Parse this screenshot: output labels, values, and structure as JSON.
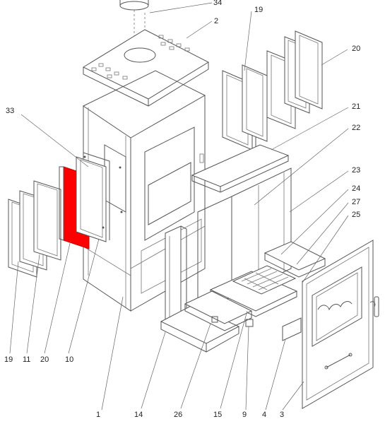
{
  "diagram": {
    "highlight_color": "#ff0000",
    "line_color": "#555555",
    "callouts": [
      {
        "id": "c34",
        "text": "34"
      },
      {
        "id": "c2",
        "text": "2"
      },
      {
        "id": "c19t",
        "text": "19"
      },
      {
        "id": "c20t",
        "text": "20"
      },
      {
        "id": "c33",
        "text": "33"
      },
      {
        "id": "c21",
        "text": "21"
      },
      {
        "id": "c22",
        "text": "22"
      },
      {
        "id": "c23",
        "text": "23"
      },
      {
        "id": "c24",
        "text": "24"
      },
      {
        "id": "c27",
        "text": "27"
      },
      {
        "id": "c25",
        "text": "25"
      },
      {
        "id": "c19b",
        "text": "19"
      },
      {
        "id": "c11",
        "text": "11"
      },
      {
        "id": "c20b",
        "text": "20"
      },
      {
        "id": "c10",
        "text": "10"
      },
      {
        "id": "c1",
        "text": "1"
      },
      {
        "id": "c14",
        "text": "14"
      },
      {
        "id": "c26",
        "text": "26"
      },
      {
        "id": "c15",
        "text": "15"
      },
      {
        "id": "c9",
        "text": "9"
      },
      {
        "id": "c4",
        "text": "4"
      },
      {
        "id": "c3",
        "text": "3"
      }
    ]
  }
}
